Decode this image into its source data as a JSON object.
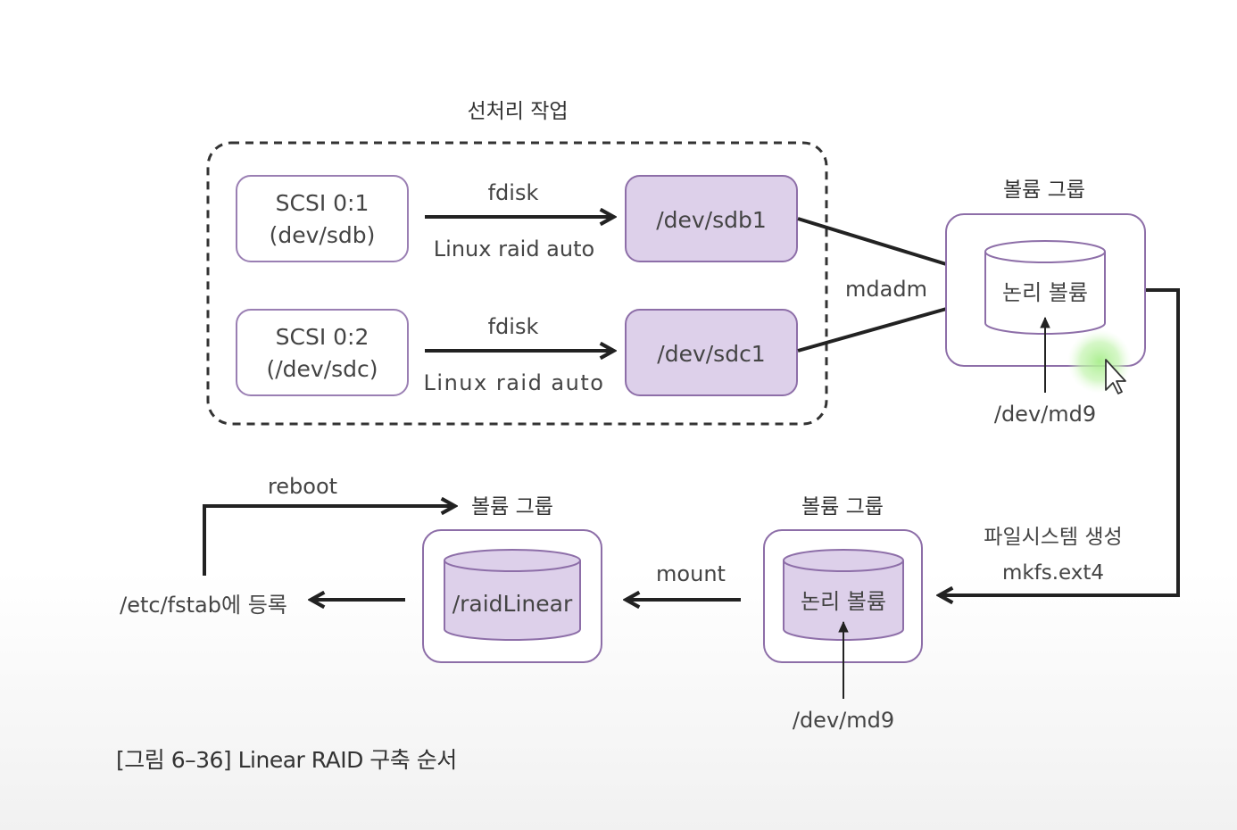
{
  "preprocess": {
    "title": "선처리 작업",
    "disk1": {
      "line1": "SCSI 0:1",
      "line2": "(dev/sdb)",
      "partition": "/dev/sdb1"
    },
    "disk2": {
      "line1": "SCSI 0:2",
      "line2": "(/dev/sdc)",
      "partition": "/dev/sdc1"
    },
    "arrow1": {
      "top": "fdisk",
      "bottom": "Linux raid auto"
    },
    "arrow2": {
      "top": "fdisk",
      "bottom": "Linux raid auto"
    }
  },
  "mdadm_label": "mdadm",
  "vg_top": {
    "title": "볼륨 그룹",
    "volume": "논리 볼륨",
    "device": "/dev/md9"
  },
  "fs_step": {
    "line1": "파일시스템 생성",
    "line2": "mkfs.ext4"
  },
  "vg_mid": {
    "title": "볼륨 그룹",
    "volume": "논리 볼륨",
    "device": "/dev/md9"
  },
  "mount_label": "mount",
  "vg_left": {
    "title": "볼륨 그룹",
    "volume": "/raidLinear"
  },
  "fstab_label": "/etc/fstab에 등록",
  "reboot_label": "reboot",
  "caption": "[그림 6–36] Linear RAID 구축 순서",
  "colors": {
    "accent": "#8d6ea8",
    "fill": "#ddd0ea",
    "cursor_highlight": "#b8f0a0"
  }
}
